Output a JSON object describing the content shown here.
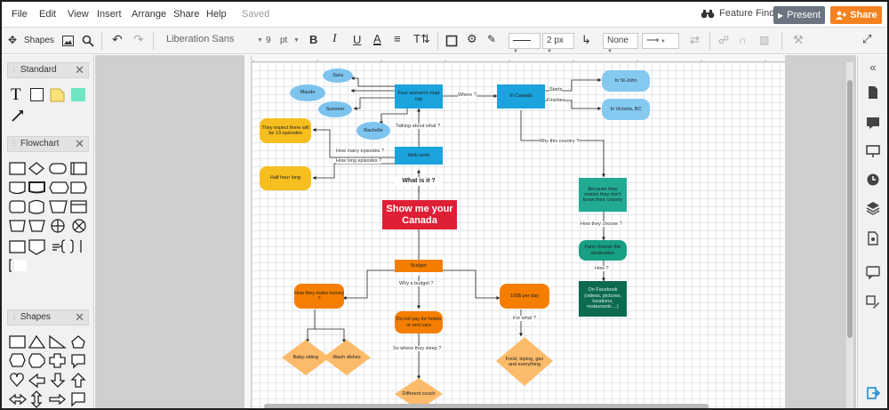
{
  "menu": {
    "file": "File",
    "edit": "Edit",
    "view": "View",
    "insert": "Insert",
    "arrange": "Arrange",
    "share": "Share",
    "help": "Help",
    "saved": "Saved",
    "feature_find": "Feature Find",
    "present": "Present",
    "share_button": "Share"
  },
  "toolbar": {
    "shapes": "Shapes",
    "font": "Liberation Sans",
    "font_size": "9",
    "font_unit": "pt",
    "bold": "B",
    "italic": "I",
    "underline": "U",
    "text_color": "A",
    "line_width": "2 px",
    "end_arrow": "None"
  },
  "libraries": {
    "standard": "Standard",
    "flowchart": "Flowchart",
    "shapes": "Shapes"
  },
  "diagram": {
    "title_node": "Show me your Canada",
    "what_is_it": "What is it ?",
    "four_women": "Four women's road trip",
    "in_canada": "In Canada",
    "in_st_john": "In St-John",
    "in_victoria": "In Victoria, BC",
    "sara": "Sara",
    "maude": "Maude",
    "summer": "Summer",
    "rachelle": "Rachelle",
    "expect_episodes": "They expect there will be 13 episodes",
    "half_hour": "Half hour long",
    "web_serie": "Web serie",
    "budget": "Budget",
    "make_money": "How they make money ?",
    "do_not_pay": "Do not pay for hotels or rent cars",
    "per_day": "100$ per day",
    "baby_sitting": "Baby-sitting",
    "wash_dishes": "Wash dishes",
    "different_couch": "Different couch",
    "food_list": "Food, toping, gaz and everything",
    "realize": "Because they realize they don't know their country",
    "fans_choose": "Fans choose the destination",
    "facebook": "On Facebook (videos, pictures, locations, restaurants ...)",
    "labels": {
      "where": "Where ?",
      "starts": "Starts",
      "finishes": "Finishes",
      "talking": "Talking about what ?",
      "how_many": "How many episodes ?",
      "how_long": "How long episodes ?",
      "why_country": "Why this country ?",
      "how_choose": "How they choose ?",
      "how": "How ?",
      "why_budget": "Why a budget ?",
      "sleep": "So where they sleep ?",
      "for_what": "For what ?"
    }
  }
}
